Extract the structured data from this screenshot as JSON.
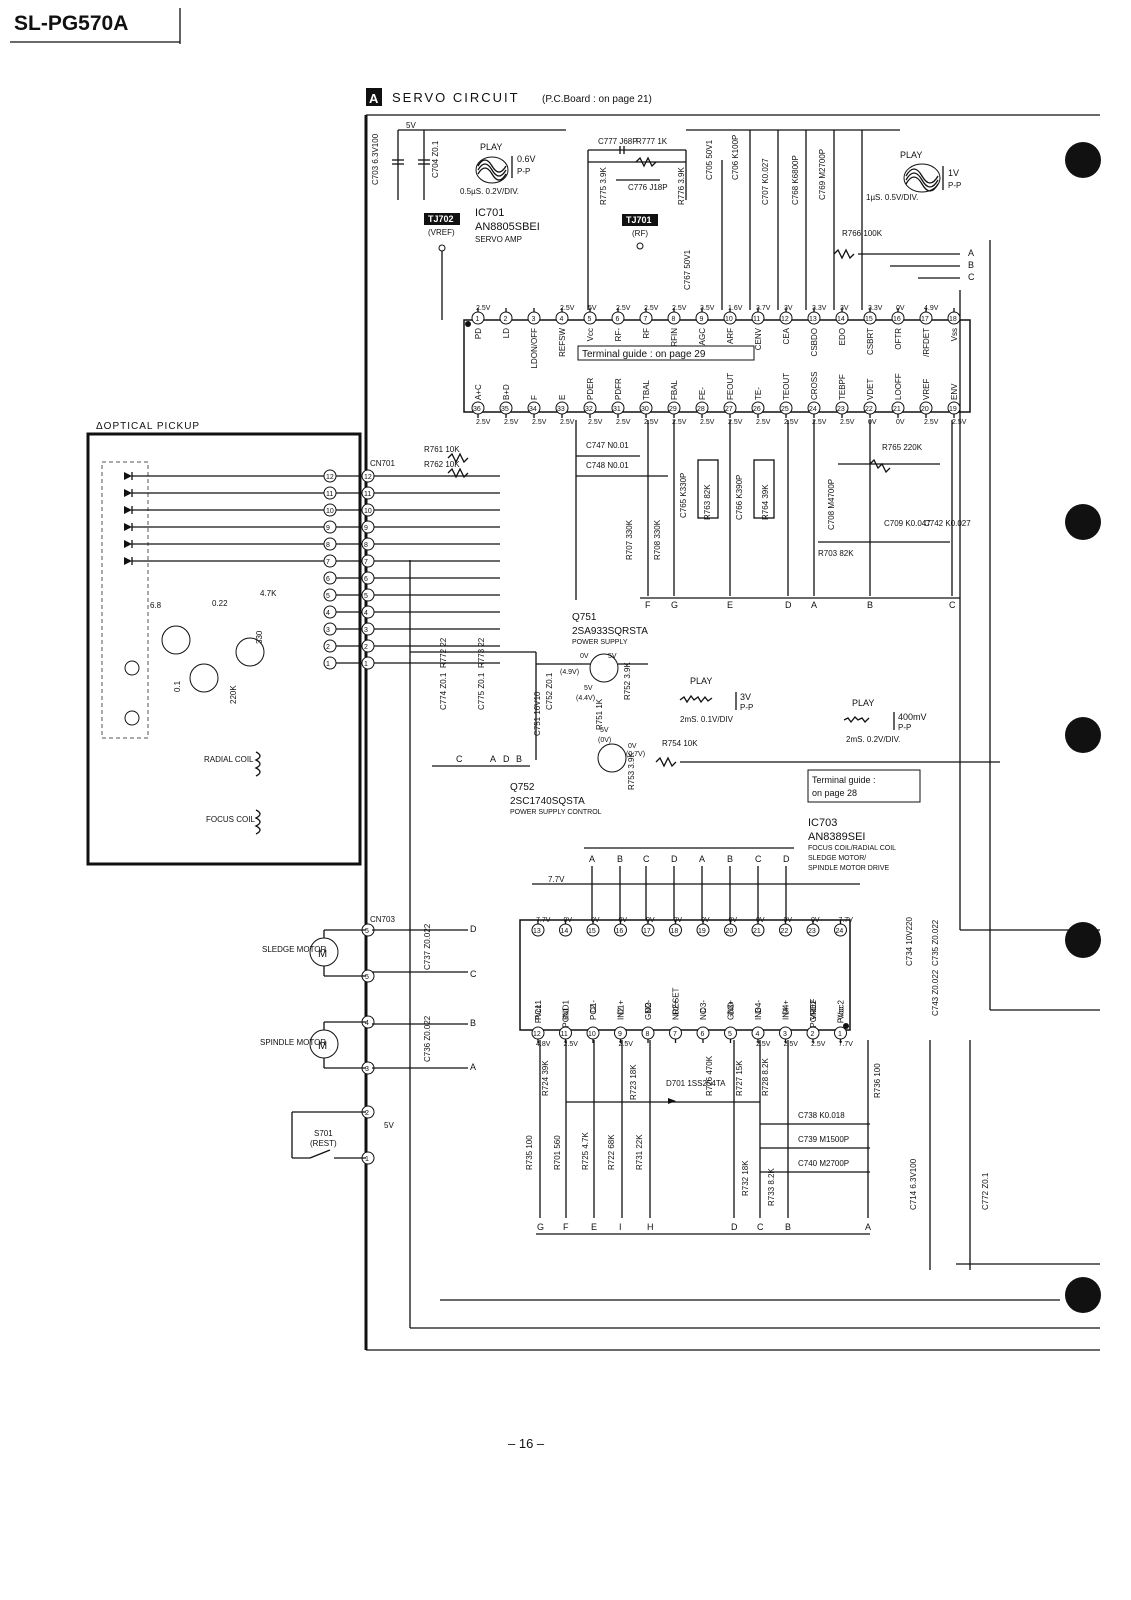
{
  "header": {
    "model": "SL-PG570A"
  },
  "section": {
    "badge": "A",
    "title": "SERVO CIRCUIT",
    "subtitle": "(P.C.Board : on page 21)"
  },
  "optical_pickup": {
    "label": "ΔOPTICAL PICKUP",
    "radial_coil": "RADIAL COIL",
    "focus_coil": "FOCUS COIL"
  },
  "ic701": {
    "ref": "IC701",
    "part": "AN8805SBEI",
    "func": "SERVO AMP",
    "guide": "Terminal guide : on page 29",
    "top_pins": [
      {
        "n": "1",
        "name": "PD",
        "v": "2.5V"
      },
      {
        "n": "2",
        "name": "LD",
        "v": ""
      },
      {
        "n": "3",
        "name": "LDON/OFF",
        "v": ""
      },
      {
        "n": "4",
        "name": "REFSW",
        "v": "2.5V"
      },
      {
        "n": "5",
        "name": "Vcc",
        "v": "5V"
      },
      {
        "n": "6",
        "name": "RF-",
        "v": "2.5V"
      },
      {
        "n": "7",
        "name": "RF",
        "v": "2.5V"
      },
      {
        "n": "8",
        "name": "RFIN",
        "v": "2.5V"
      },
      {
        "n": "9",
        "name": "CAGC",
        "v": "3.5V"
      },
      {
        "n": "10",
        "name": "ARF",
        "v": "1.6V"
      },
      {
        "n": "11",
        "name": "CENV",
        "v": "3.7V"
      },
      {
        "n": "12",
        "name": "CEA",
        "v": "3V"
      },
      {
        "n": "13",
        "name": "CSBDO",
        "v": "3.3V"
      },
      {
        "n": "14",
        "name": "EDO",
        "v": "3V"
      },
      {
        "n": "15",
        "name": "CSBRT",
        "v": "3.3V"
      },
      {
        "n": "16",
        "name": "OFTR",
        "v": "0V"
      },
      {
        "n": "17",
        "name": "/RFDET",
        "v": "4.9V"
      },
      {
        "n": "18",
        "name": "Vss",
        "v": ""
      }
    ],
    "bottom_pins": [
      {
        "n": "36",
        "name": "A+C",
        "v": "2.5V"
      },
      {
        "n": "35",
        "name": "B+D",
        "v": "2.5V"
      },
      {
        "n": "34",
        "name": "F",
        "v": "2.5V"
      },
      {
        "n": "33",
        "name": "E",
        "v": "2.5V"
      },
      {
        "n": "32",
        "name": "PDER",
        "v": "2.5V"
      },
      {
        "n": "31",
        "name": "PDFR",
        "v": "2.5V"
      },
      {
        "n": "30",
        "name": "TBAL",
        "v": "2.5V"
      },
      {
        "n": "29",
        "name": "FBAL",
        "v": "2.5V"
      },
      {
        "n": "28",
        "name": "FE-",
        "v": "2.5V"
      },
      {
        "n": "27",
        "name": "FEOUT",
        "v": "2.5V"
      },
      {
        "n": "26",
        "name": "TE-",
        "v": "2.5V"
      },
      {
        "n": "25",
        "name": "TEOUT",
        "v": "2.5V"
      },
      {
        "n": "24",
        "name": "CROSS",
        "v": "2.5V"
      },
      {
        "n": "23",
        "name": "TEBPF",
        "v": "2.5V"
      },
      {
        "n": "22",
        "name": "VDET",
        "v": "0V"
      },
      {
        "n": "21",
        "name": "LOOFF",
        "v": "0V"
      },
      {
        "n": "20",
        "name": "VREF",
        "v": "2.5V"
      },
      {
        "n": "19",
        "name": "ENV",
        "v": "2.5V"
      }
    ]
  },
  "ic703": {
    "ref": "IC703",
    "part": "AN8389SEI",
    "func1": "FOCUS COIL/RADIAL COIL",
    "func2": "SLEDGE MOTOR/",
    "func3": "SPINDLE MOTOR DRIVE",
    "guide1": "Terminal guide :",
    "guide2": "on page 28",
    "top_pins": [
      {
        "n": "13",
        "name": "PVcc1",
        "v": "7.7V"
      },
      {
        "n": "14",
        "name": "PGND1",
        "v": "0V"
      },
      {
        "n": "15",
        "name": "D1-",
        "v": "0V"
      },
      {
        "n": "16",
        "name": "D1+",
        "v": "0V"
      },
      {
        "n": "17",
        "name": "D2-",
        "v": "0V"
      },
      {
        "n": "18",
        "name": "D2+",
        "v": "0V"
      },
      {
        "n": "19",
        "name": "D3-",
        "v": "0V"
      },
      {
        "n": "20",
        "name": "D3+",
        "v": "0V"
      },
      {
        "n": "21",
        "name": "D4-",
        "v": "0V"
      },
      {
        "n": "22",
        "name": "D4+",
        "v": "0V"
      },
      {
        "n": "23",
        "name": "PGND2",
        "v": "0V"
      },
      {
        "n": "24",
        "name": "PVcc2",
        "v": "7.7V"
      }
    ],
    "bottom_pins": [
      {
        "n": "12",
        "name": "PC1",
        "v": "4.8V"
      },
      {
        "n": "11",
        "name": "IN1",
        "v": "2.5V"
      },
      {
        "n": "10",
        "name": "PC2",
        "v": ""
      },
      {
        "n": "9",
        "name": "IN2",
        "v": "2.5V"
      },
      {
        "n": "8",
        "name": "GND",
        "v": ""
      },
      {
        "n": "7",
        "name": "NRESET",
        "v": ""
      },
      {
        "n": "6",
        "name": "NC",
        "v": ""
      },
      {
        "n": "5",
        "name": "GND",
        "v": ""
      },
      {
        "n": "4",
        "name": "IN3",
        "v": "2.5V"
      },
      {
        "n": "3",
        "name": "IN4",
        "v": "2.5V"
      },
      {
        "n": "2",
        "name": "VREF",
        "v": "2.5V"
      },
      {
        "n": "1",
        "name": "Vcc",
        "v": "7.7V"
      }
    ]
  },
  "transistors": {
    "q751": {
      "ref": "Q751",
      "part": "2SA933SQRSTA",
      "func": "POWER SUPPLY"
    },
    "q752": {
      "ref": "Q752",
      "part": "2SC1740SQSTA",
      "func": "POWER SUPPLY CONTROL"
    }
  },
  "test_points": {
    "tj701": "TJ701",
    "tj701_sig": "(RF)",
    "tj702": "TJ702",
    "tj702_sig": "(VREF)"
  },
  "waves": [
    {
      "label": "PLAY",
      "amp": "0.6V",
      "pp": "P-P",
      "time": "0.5µS. 0.2V/DIV."
    },
    {
      "label": "PLAY",
      "amp": "1V",
      "pp": "P-P",
      "time": "1µS. 0.5V/DIV."
    },
    {
      "label": "PLAY",
      "amp": "3V",
      "pp": "P-P",
      "time": "2mS. 0.1V/DIV"
    },
    {
      "label": "PLAY",
      "amp": "400mV",
      "pp": "P-P",
      "time": "2mS. 0.2V/DIV."
    }
  ],
  "connectors": {
    "cn701": "CN701",
    "cn703": "CN703"
  },
  "motors": {
    "sledge": "SLEDGE MOTOR",
    "spindle": "SPINDLE MOTOR",
    "switch_ref": "S701",
    "switch_name": "(REST)",
    "m": "M"
  },
  "components": {
    "c703": "C703 6.3V100",
    "c704": "C704 Z0.1",
    "c777": "C777 J68P",
    "r777": "R777 1K",
    "r775": "R775 3.9K",
    "c776": "C776 J18P",
    "r776": "R776 3.9K",
    "c705": "C705 50V1",
    "c767": "C767 50V1",
    "c706": "C706 K100P",
    "c707": "C707 K0.027",
    "c768": "C768 K6800P",
    "c769": "C769 M2700P",
    "r766": "R766 100K",
    "r761": "R761 10K",
    "r762": "R762 10K",
    "c747": "C747 N0.01",
    "c748": "C748 N0.01",
    "r707": "R707 330K",
    "r708": "R708 330K",
    "c765": "C765 K330P",
    "r763": "R763 82K",
    "c766": "C766 K390P",
    "r764": "R764 39K",
    "c708": "C708 M4700P",
    "r765": "R765 220K",
    "c709": "C709 K0.047",
    "c742": "C742 K0.027",
    "r703": "R703 82K",
    "r772": "R772 22",
    "r773": "R773 22",
    "c774": "C774 Z0.1",
    "c775": "C775 Z0.1",
    "c751": "C751 16V10",
    "c752": "C752 Z0.1",
    "r752": "R752 3.9K",
    "r751": "R751 1K",
    "r754": "R754 10K",
    "r753": "R753 3.9K",
    "c737": "C737 Z0.022",
    "c736": "C736 Z0.022",
    "c734": "C734 10V220",
    "c735": "C735 Z0.022",
    "c743": "C743 Z0.022",
    "r724": "R724 39K",
    "r723": "R723 18K",
    "d701": "D701 1SS254TA",
    "r726": "R726 470K",
    "r727": "R727 15K",
    "r728": "R728 8.2K",
    "r736": "R736 100",
    "c738": "C738 K0.018",
    "c739": "C739 M1500P",
    "c740": "C740 M2700P",
    "r735": "R735 100",
    "r701": "R701 560",
    "r725": "R725 4.7K",
    "r722": "R722 68K",
    "r731": "R731 22K",
    "r732": "R732 18K",
    "r733": "R733 8.2K",
    "c714": "C714 6.3V100",
    "c772": "C772 Z0.1"
  },
  "pickup_parts": {
    "r1": "6.8",
    "c1": "0.22",
    "r2": "4.7K",
    "r3": "330",
    "c2": "0.1",
    "r4": "220K"
  },
  "rails": {
    "v5": "5V",
    "v77": "7.7V",
    "v5b": "5V"
  },
  "q751_volts": {
    "e": "0V",
    "c": "5V",
    "b1": "(4.9V)",
    "b2": "5V",
    "b3": "(4.4V)"
  },
  "q752_volts": {
    "c1": "5V",
    "c2": "(0V)",
    "b1": "0V",
    "b2": "(0.7V)"
  },
  "page_number": "– 16 –"
}
